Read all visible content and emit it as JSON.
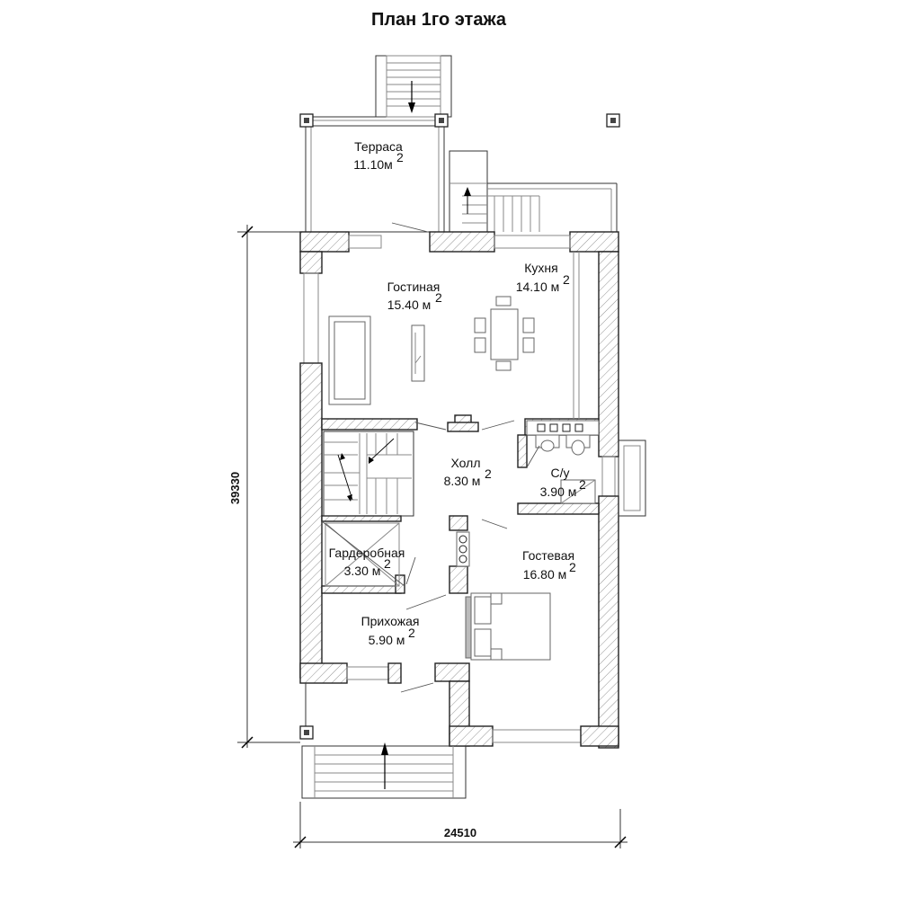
{
  "title": "План 1го этажа",
  "rooms": [
    {
      "name": "Терраса",
      "area": "11.10м"
    },
    {
      "name": "Гостиная",
      "area": "15.40 м"
    },
    {
      "name": "Кухня",
      "area": "14.10 м"
    },
    {
      "name": "Холл",
      "area": "8.30 м"
    },
    {
      "name": "С/у",
      "area": "3.90 м"
    },
    {
      "name": "Гардеробная",
      "area": "3.30 м"
    },
    {
      "name": "Гостевая",
      "area": "16.80 м"
    },
    {
      "name": "Прихожая",
      "area": "5.90 м"
    }
  ],
  "area_superscript": "2",
  "dimensions": {
    "height": "39330",
    "width": "24510"
  }
}
